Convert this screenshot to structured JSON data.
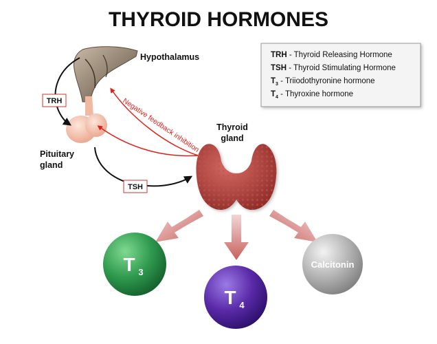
{
  "title": "THYROID HORMONES",
  "labels": {
    "hypothalamus": "Hypothalamus",
    "pituitary_line1": "Pituitary",
    "pituitary_line2": "gland",
    "thyroid_line1": "Thyroid",
    "thyroid_line2": "gland",
    "trh_box": "TRH",
    "tsh_box": "TSH",
    "feedback": "Negative feedback inhibition"
  },
  "legend": [
    {
      "abbr": "TRH",
      "sub": "",
      "desc": " - Thyroid Releasing Hormone"
    },
    {
      "abbr": "TSH",
      "sub": "",
      "desc": " - Thyroid Stimulating Hormone"
    },
    {
      "abbr": "T",
      "sub": "3",
      "desc": " - Triiodothyronine hormone"
    },
    {
      "abbr": "T",
      "sub": "4",
      "desc": " - Thyroxine hormone"
    }
  ],
  "outputs": [
    {
      "letter": "T",
      "sub": "3",
      "text": "",
      "color": "#2f9a4f"
    },
    {
      "letter": "T",
      "sub": "4",
      "text": "",
      "color": "#5a2aa8"
    },
    {
      "letter": "",
      "sub": "",
      "text": "Calcitonin",
      "color": "#a7a7a7"
    }
  ],
  "colors": {
    "feedback_red": "#e0201a",
    "arrow_pink": "#d88a88",
    "thyroid": "#b5403c",
    "pituitary": "#f4c5b0",
    "hypothalamus": "#8c7a66"
  }
}
